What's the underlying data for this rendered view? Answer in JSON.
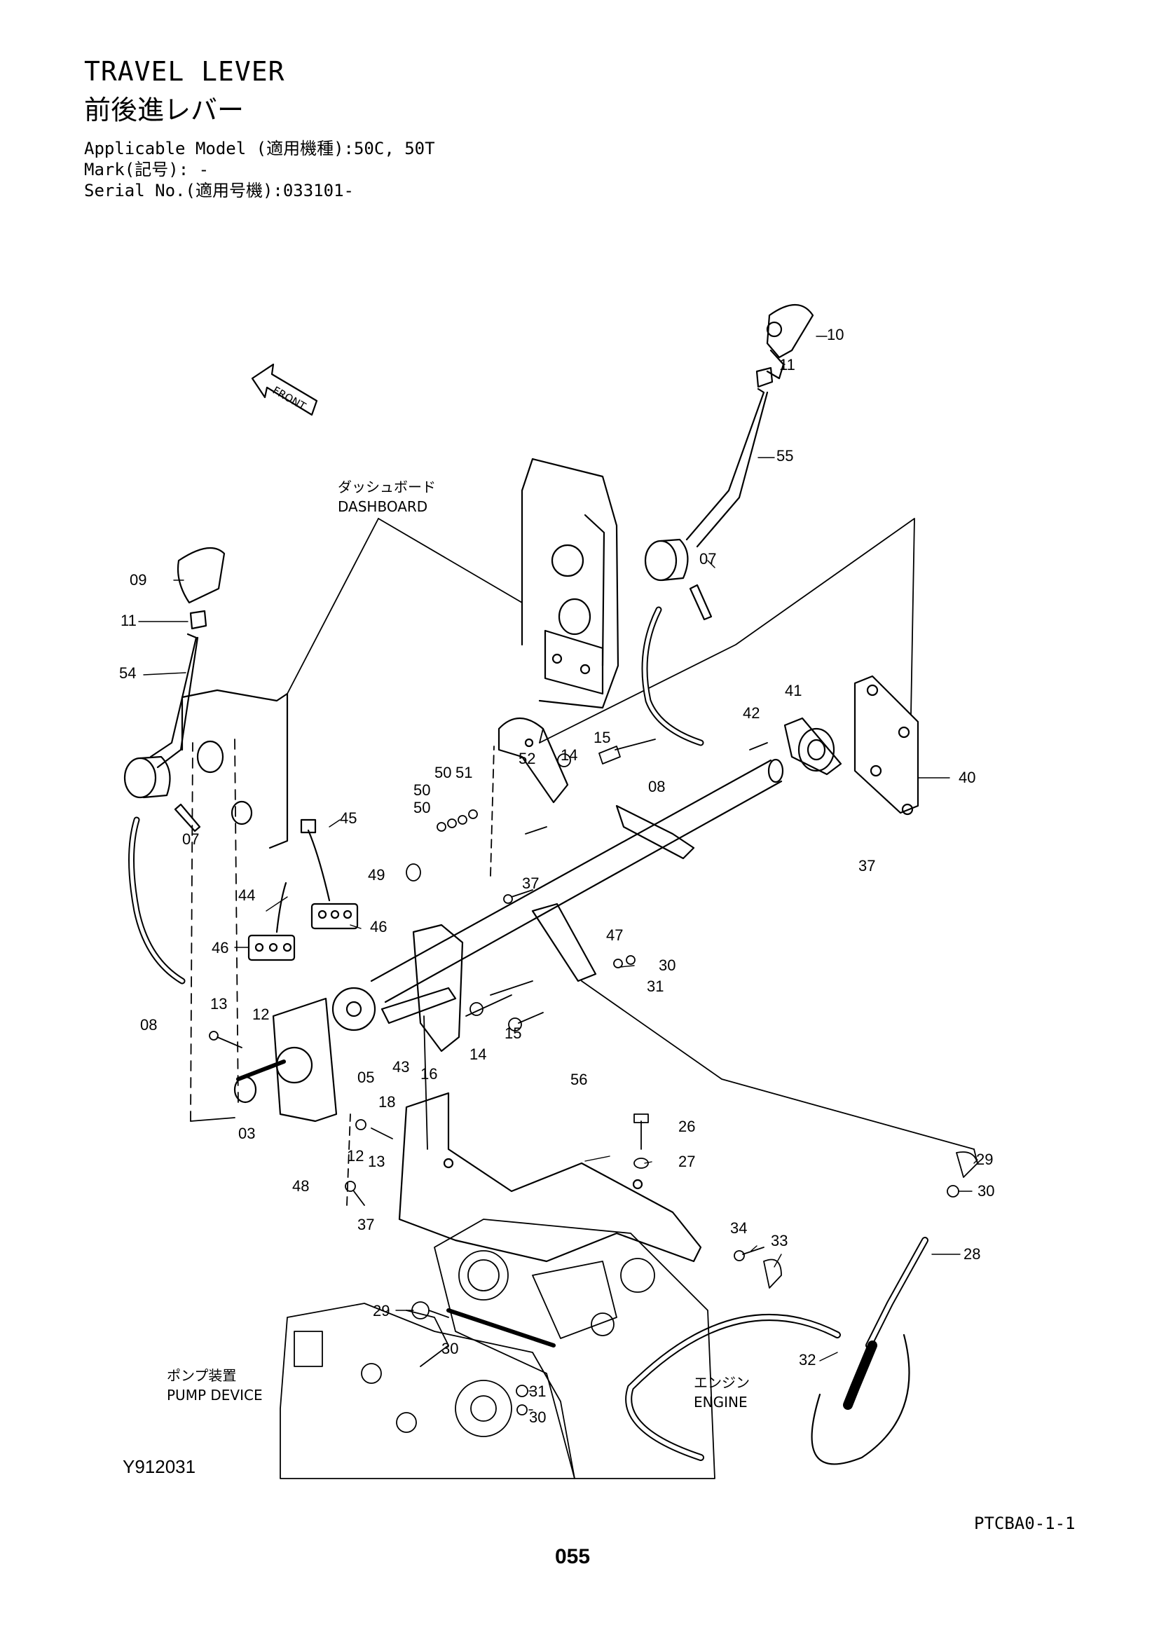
{
  "header": {
    "title_en": "TRAVEL LEVER",
    "title_jp": "前後進レバー",
    "applicable_model": "Applicable Model (適用機種):50C, 50T",
    "mark": "Mark(記号): -",
    "serial_no": "Serial No.(適用号機):033101-"
  },
  "labels": {
    "front": "FRONT",
    "dashboard_jp": "ダッシュボード",
    "dashboard_en": "DASHBOARD",
    "pump_jp": "ポンプ装置",
    "pump_en": "PUMP DEVICE",
    "engine_jp": "エンジン",
    "engine_en": "ENGINE"
  },
  "callouts": [
    "10",
    "11",
    "55",
    "07",
    "09",
    "11",
    "54",
    "08",
    "07",
    "52",
    "14",
    "15",
    "41",
    "42",
    "40",
    "37",
    "50",
    "51",
    "50",
    "45",
    "50",
    "49",
    "37",
    "44",
    "46",
    "46",
    "47",
    "30",
    "31",
    "13",
    "12",
    "05",
    "43",
    "16",
    "14",
    "15",
    "08",
    "18",
    "03",
    "56",
    "26",
    "27",
    "12",
    "13",
    "48",
    "37",
    "29",
    "30",
    "34",
    "33",
    "28",
    "29",
    "30",
    "31",
    "30",
    "32"
  ],
  "footer": {
    "drawing_id": "Y912031",
    "page_code": "PTCBA0-1-1",
    "page_number": "055"
  }
}
